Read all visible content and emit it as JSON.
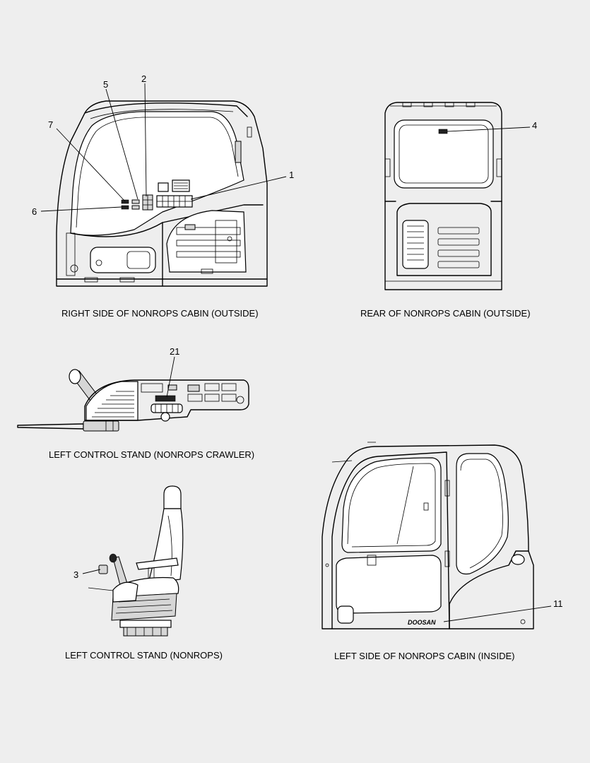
{
  "captions": {
    "right_side": "RIGHT SIDE OF NONROPS CABIN (OUTSIDE)",
    "rear": "REAR OF NONROPS CABIN (OUTSIDE)",
    "left_stand_crawler": "LEFT CONTROL STAND (NONROPS CRAWLER)",
    "left_stand": "LEFT CONTROL STAND (NONROPS)",
    "left_side_inside": "LEFT SIDE OF NONROPS CABIN (INSIDE)"
  },
  "callouts": {
    "c1": "1",
    "c2": "2",
    "c3": "3",
    "c4": "4",
    "c5": "5",
    "c6": "6",
    "c7": "7",
    "c11": "11",
    "c21": "21"
  },
  "brand_mark": "DOOSAN"
}
